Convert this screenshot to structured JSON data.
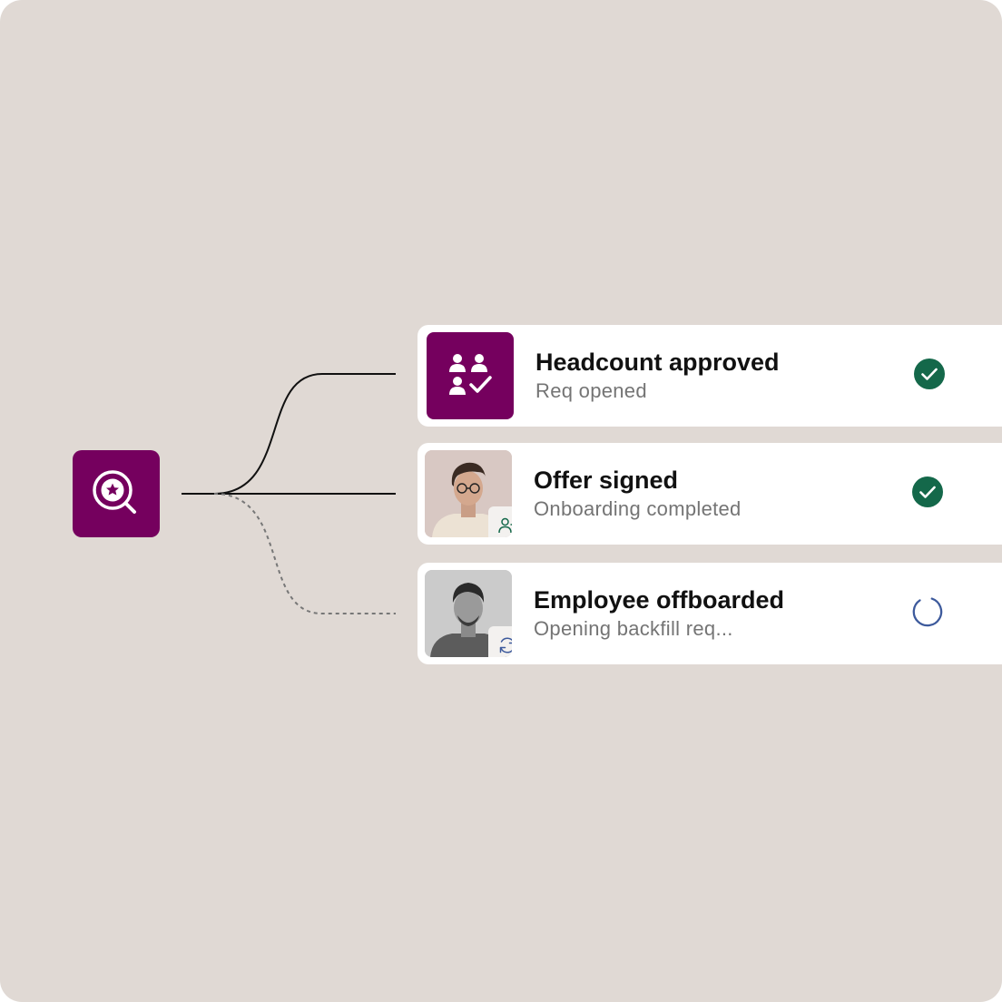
{
  "hub": {
    "icon": "star-search-icon",
    "color": "#75005e"
  },
  "cards": [
    {
      "title": "Headcount approved",
      "subtitle": "Req opened",
      "thumbnail": "people-check-icon",
      "status": "complete",
      "status_icon": "check-circle-icon",
      "connector": "solid"
    },
    {
      "title": "Offer signed",
      "subtitle": "Onboarding completed",
      "thumbnail": "employee-photo",
      "badge_icon": "user-plus-icon",
      "status": "complete",
      "status_icon": "check-circle-icon",
      "connector": "solid"
    },
    {
      "title": "Employee offboarded",
      "subtitle": "Opening backfill req...",
      "thumbnail": "employee-photo",
      "badge_icon": "refresh-icon",
      "status": "in-progress",
      "status_icon": "loading-spinner-icon",
      "connector": "dashed"
    }
  ],
  "colors": {
    "background": "#e0d9d4",
    "brand_purple": "#75005e",
    "success_green": "#14684a",
    "spinner_blue": "#3d5a9c",
    "subtitle_gray": "#747474"
  }
}
